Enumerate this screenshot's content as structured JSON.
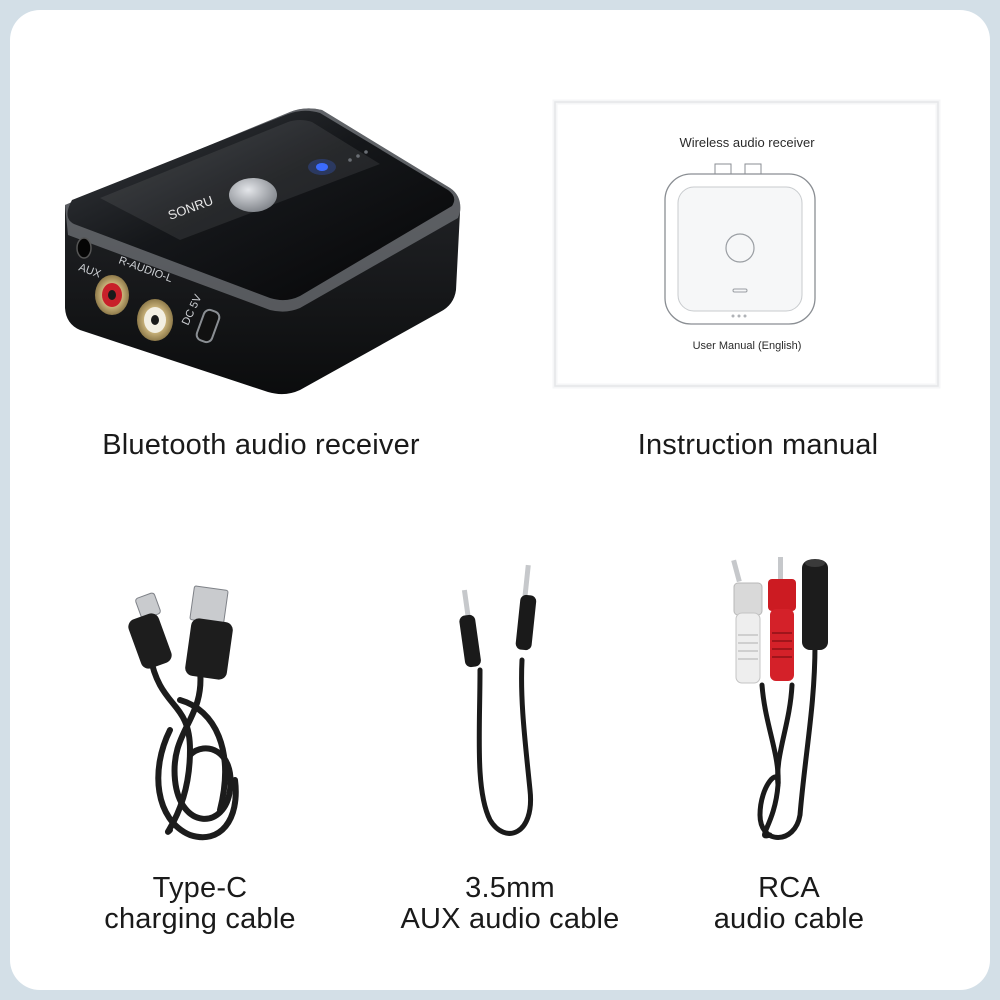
{
  "device": {
    "brand": "SONRU",
    "port_aux": "AUX",
    "port_audio": "R-AUDIO-L",
    "port_dc": "DC 5V"
  },
  "manual": {
    "title": "Wireless audio receiver",
    "footer": "User Manual (English)"
  },
  "captions": {
    "receiver": "Bluetooth audio receiver",
    "manual": "Instruction manual",
    "typec_line1": "Type-C",
    "typec_line2": "charging cable",
    "aux_line1": "3.5mm",
    "aux_line2": "AUX audio cable",
    "rca_line1": "RCA",
    "rca_line2": "audio cable"
  }
}
